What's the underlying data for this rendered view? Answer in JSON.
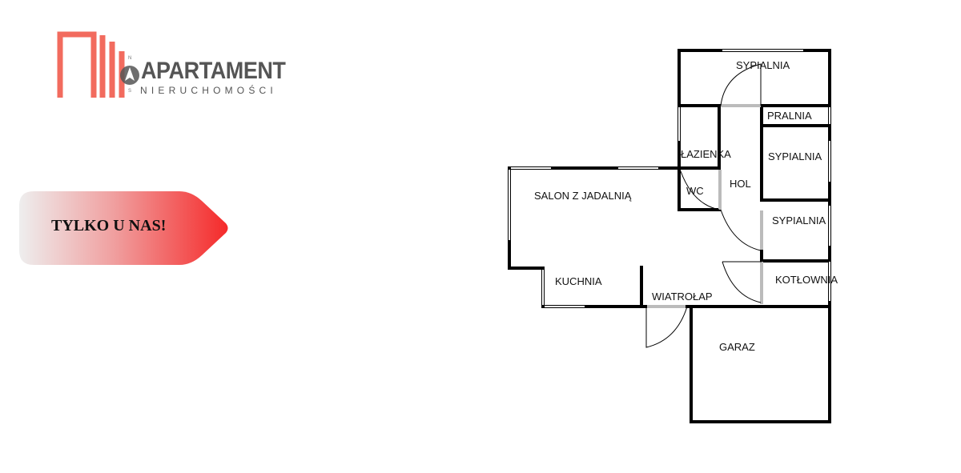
{
  "logo": {
    "brand": "APARTAMENT",
    "subtitle": "NIERUCHOMOŚCI",
    "compass_n": "N",
    "compass_s": "S",
    "color": "#f26b5e"
  },
  "badge": {
    "text": "TYLKO U NAS!",
    "gradient_from": "#eeeeee",
    "gradient_to": "#f52a2a"
  },
  "floor_plan": {
    "rooms": [
      "SYPIALNIA",
      "PRALNIA",
      "ŁAZIENKA",
      "SYPIALNIA",
      "SALON Z JADALNIĄ",
      "WC",
      "HOL",
      "SYPIALNIA",
      "KUCHNIA",
      "KOTŁOWNIA",
      "WIATROŁAP",
      "GARAZ"
    ]
  }
}
